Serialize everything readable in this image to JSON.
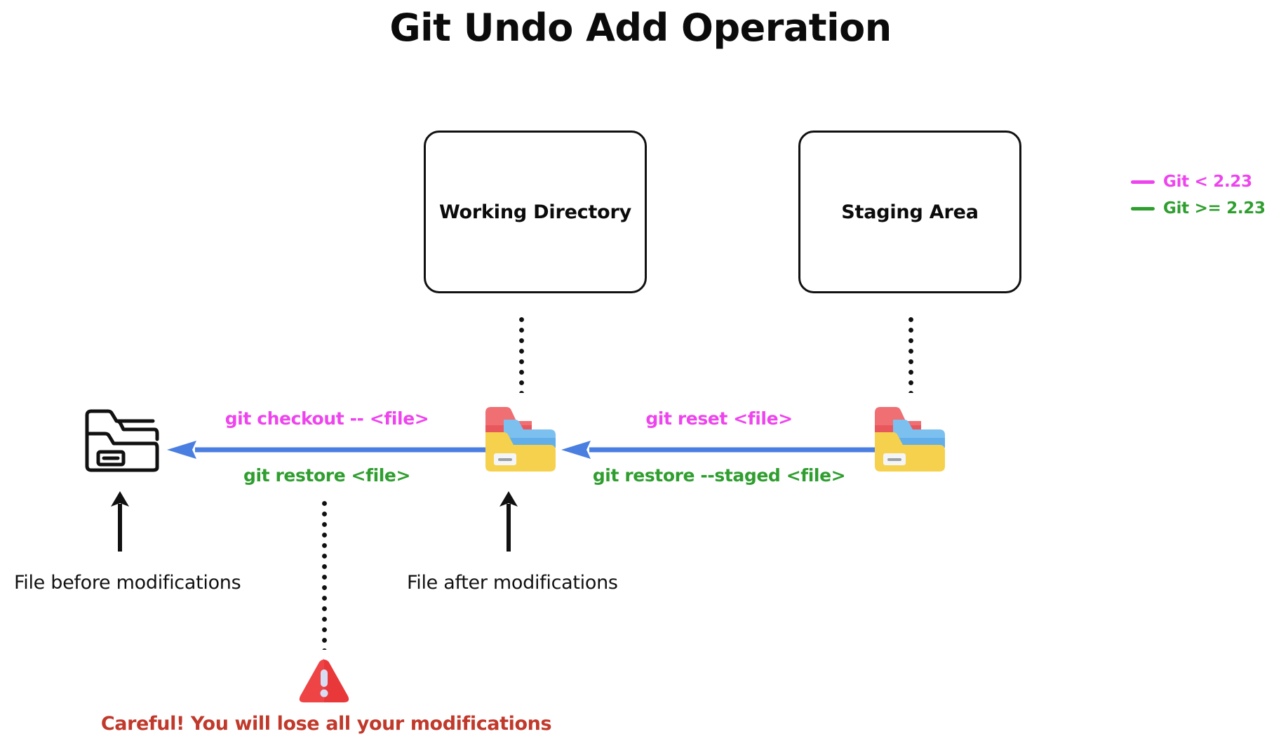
{
  "title": "Git Undo Add Operation",
  "stages": [
    {
      "id": "working-directory",
      "label": "Working Directory"
    },
    {
      "id": "staging-area",
      "label": "Staging Area"
    }
  ],
  "legend": {
    "items": [
      {
        "label": "Git < 2.23",
        "color": "#ee44ee"
      },
      {
        "label": "Git >= 2.23",
        "color": "#2f9e2f"
      }
    ]
  },
  "commands": {
    "checkout": "git checkout -- <file>",
    "restore": "git restore <file>",
    "reset": "git reset <file>",
    "restore_staged": "git restore --staged <file>"
  },
  "captions": {
    "file_before": "File before modifications",
    "file_after": "File after modifications"
  },
  "warning": {
    "text": "Careful! You will lose all your modifications",
    "color": "#c0392b"
  },
  "colors": {
    "magenta": "#ee44ee",
    "green": "#2f9e2f",
    "arrow_blue": "#4a7ee0",
    "black": "#111111",
    "folder_yellow": "#f5d14e",
    "folder_red": "#ef6f73",
    "folder_blue": "#7cc0f0"
  }
}
